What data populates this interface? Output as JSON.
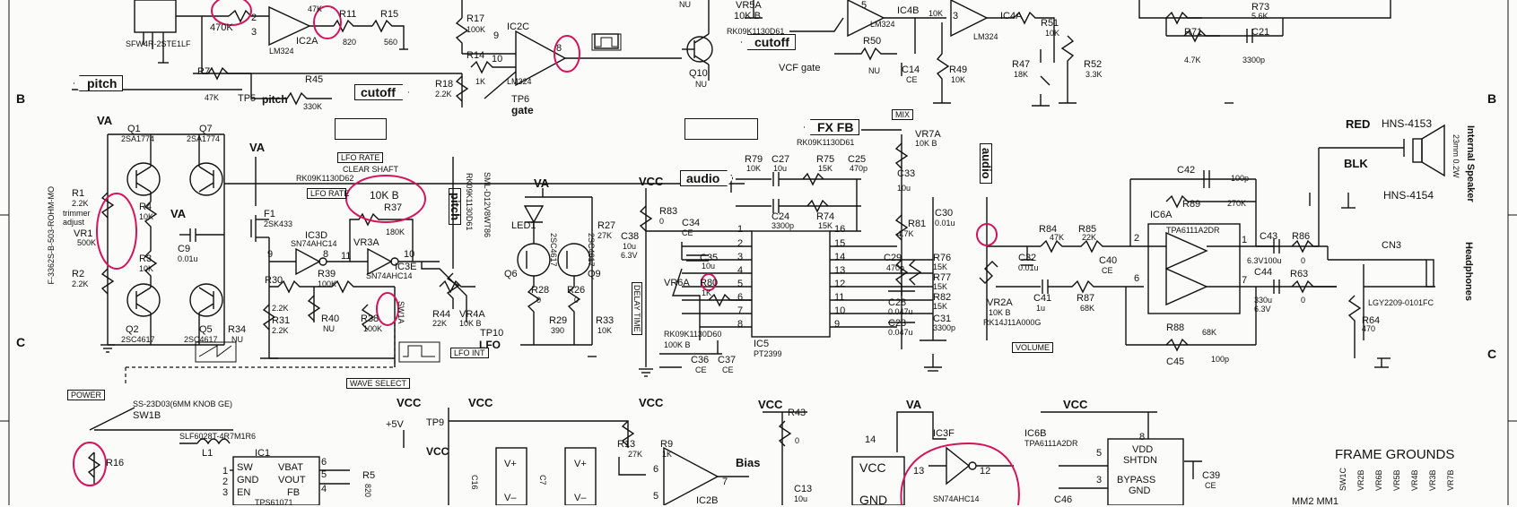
{
  "grid": {
    "row_b": "B",
    "row_c": "C"
  },
  "nets": {
    "pitch": "pitch",
    "cutoff": "cutoff",
    "gate": "gate",
    "vcf_gate": "VCF gate",
    "va": "VA",
    "vcc": "VCC",
    "plus5v": "+5V",
    "audio": "audio",
    "fx_fb": "FX FB",
    "mix": "MIX",
    "lfo": "LFO",
    "bias": "Bias"
  },
  "labels": {
    "lfo_rate": "LFO RATE",
    "lfo_rate2": "LFO RATE",
    "clear_shaft": "CLEAR SHAFT",
    "delay_time": "DELAY TIME",
    "lfo_int": "LFO INT",
    "wave_select": "WAVE SELECT",
    "power": "POWER",
    "volume": "VOLUME",
    "frame_grounds": "FRAME GROUNDS",
    "internal_speaker": "Internal Speaker",
    "speaker_spec": "23mm 0.2W",
    "headphones": "Headphones",
    "red": "RED",
    "blk": "BLK",
    "trimmer": "trimmer adjust",
    "sw_spec": "SS-23D03(6MM KNOB GE)"
  },
  "components": {
    "cn1": "SFW4R-2STE1LF",
    "r470k": "470K",
    "r47k": "47K",
    "ic2a": "IC2A",
    "lm324": "LM324",
    "r11": "R11",
    "r11v": "820",
    "r15": "R15",
    "r15v": "560",
    "r17": "R17",
    "r17v": "100K",
    "ic2c": "IC2C",
    "r14": "R14",
    "r14v": "1K",
    "r18": "R18",
    "r18v": "2.2K",
    "tp6": "TP6",
    "r7": "R7",
    "r7v": "47K",
    "tp5": "TP5",
    "r45": "R45",
    "r45v": "330K",
    "q10": "Q10",
    "nu": "NU",
    "vr5a": "VR5A",
    "vr5v": "10K B",
    "vr5p": "RK09K1130D61",
    "ic4b": "IC4B",
    "ic4a": "IC4A",
    "r50": "R50",
    "c14": "C14",
    "ce": "CE",
    "r49": "R49",
    "r49v": "10K",
    "r51": "R51",
    "r51v": "10K",
    "r47": "R47",
    "r47v": "18K",
    "r52": "R52",
    "r52v": "3.3K",
    "r73": "R73",
    "r73v": "5.6K",
    "r71": "R71",
    "r71v": "4.7K",
    "c21": "C21",
    "c21v": "3300p",
    "q1": "Q1",
    "q7": "Q7",
    "sa1774": "2SA1774",
    "r1": "R1",
    "r1v": "2.2K",
    "vr1": "VR1",
    "vr1v": "500K",
    "vr1p": "F-3362S-B-503-ROHM-MO",
    "r4": "R4",
    "r4v": "10K",
    "r3": "R3",
    "r3v": "10K",
    "r2": "R2",
    "r2v": "2.2K",
    "q2": "Q2",
    "q5": "Q5",
    "sc4617": "2SC4617",
    "c9": "C9",
    "c9v": "0.01u",
    "f1": "F1",
    "sk433": "2SK433",
    "r34": "R34",
    "ic3d": "IC3D",
    "ahc14": "SN74AHC14",
    "r30": "R30",
    "r30v": "2.2K",
    "r31": "R31",
    "r31v": "2.2K",
    "r40": "R40",
    "r40v": "NU",
    "r39": "R39",
    "r39v": "100K",
    "r38": "R38",
    "r38v": "100K",
    "vr3a": "VR3A",
    "vr3p": "RK09K1130D62",
    "r37": "R37",
    "r37v": "180K",
    "vr3v": "10K B",
    "ic3e": "IC3E",
    "sw1a": "SW1A",
    "r44": "R44",
    "r44v": "22K",
    "vr4a": "VR4A",
    "vr4v": "10K B",
    "vr4p": "RK09K1130D61",
    "tp10": "TP10",
    "led1": "LED1",
    "ledp": "SML-D12V8WT86",
    "q6": "Q6",
    "q9": "Q9",
    "r27": "R27",
    "r27v": "27K",
    "r28": "R28",
    "r28v": "0",
    "r26": "R26",
    "r26v": "0",
    "r29": "R29",
    "r29v": "390",
    "r33": "R33",
    "r33v": "10K",
    "r83": "R83",
    "r83v": "0",
    "c38": "C38",
    "c38v": "10u",
    "c38w": "6.3V",
    "c34": "C34",
    "r79": "R79",
    "r79v": "10K",
    "c27": "C27",
    "c27v": "10u",
    "r75": "R75",
    "r75v": "15K",
    "c25": "C25",
    "c25v": "470p",
    "c24": "C24",
    "c24v": "3300p",
    "r74": "R74",
    "r74v": "15K",
    "c35": "C35",
    "c35v": "10u",
    "vr6a": "VR6A",
    "r80": "R80",
    "r80v": "1K",
    "vr6p": "RK09K1130D60",
    "vr6v": "100K B",
    "c36": "C36",
    "c37": "C37",
    "ic5": "IC5",
    "ic5p": "PT2399",
    "vr7a": "VR7A",
    "vr7v": "10K B",
    "vr7p": "RK09K1130D61",
    "c33": "C33",
    "c33v": "10u",
    "c30": "C30",
    "c30v": "0.01u",
    "r81": "R81",
    "r81v": "4.7K",
    "c29": "C29",
    "c29v": "470p",
    "r76": "R76",
    "r76v": "15K",
    "r77": "R77",
    "r77v": "15K",
    "r82": "R82",
    "r82v": "15K",
    "c28": "C28",
    "c28v": "0.047u",
    "c23": "C23",
    "c23v": "0.047u",
    "c31": "C31",
    "c31v": "3300p",
    "vr2a": "VR2A",
    "vr2v": "10K B",
    "vr2p": "RK14J11A000G",
    "c32": "C32",
    "c32v": "0.01u",
    "r84": "R84",
    "r84v": "47K",
    "r85": "R85",
    "r85v": "22K",
    "c40": "C40",
    "c41": "C41",
    "c41v": "1u",
    "r87": "R87",
    "r87v": "68K",
    "c42": "C42",
    "c42v": "100p",
    "r89": "R89",
    "r89v": "270K",
    "ic6a": "IC6A",
    "tpa": "TPA6111A2DR",
    "c43": "C43",
    "c43v": "6.3V100u",
    "r86": "R86",
    "r86v": "0",
    "c44": "C44",
    "c44v": "330u",
    "c44w": "6.3V",
    "r63": "R63",
    "r63v": "0",
    "r88": "R88",
    "r88v": "68K",
    "c45": "C45",
    "c45v": "100p",
    "r64": "R64",
    "r64v": "470",
    "cn3": "CN3",
    "cn3p": "LGY2209-0101FC",
    "hns1": "HNS-4153",
    "hns2": "HNS-4154",
    "sw1b": "SW1B",
    "l1": "L1",
    "l1p": "SLF6028T-4R7M1R6",
    "ic1": "IC1",
    "ic1p": "TPS61071",
    "r5": "R5",
    "r5v": "820",
    "r16": "R16",
    "tp9": "TP9",
    "c16": "C16",
    "c7": "C7",
    "vplus": "V+",
    "vminus": "V–",
    "r13": "R13",
    "r13v": "27K",
    "r9": "R9",
    "r9v": "1K",
    "ic2b": "IC2B",
    "r43": "R43",
    "r43v": "0",
    "c13": "C13",
    "c13v": "10u",
    "gnd": "GND",
    "ic3f": "IC3F",
    "ic6b": "IC6B",
    "vdd": "VDD",
    "shtdn": "SHTDN",
    "bypass": "BYPASS",
    "c39": "C39",
    "c46": "C46",
    "mm": "MM2  MM1",
    "fg": [
      "SW1C",
      "VR2B",
      "VR6B",
      "VR5B",
      "VR4B",
      "VR3B",
      "VR7B"
    ],
    "pins": {
      "p1": "1",
      "p2": "2",
      "p3": "3",
      "p4": "4",
      "p5": "5",
      "p6": "6",
      "p7": "7",
      "p8": "8",
      "p9": "9",
      "p10": "10",
      "p11": "11",
      "p12": "12",
      "p13": "13",
      "p14": "14",
      "p15": "15",
      "p16": "16"
    }
  },
  "colors": {
    "ink": "#111111",
    "annotation": "#d4145a",
    "paper": "#fbfbfa"
  }
}
